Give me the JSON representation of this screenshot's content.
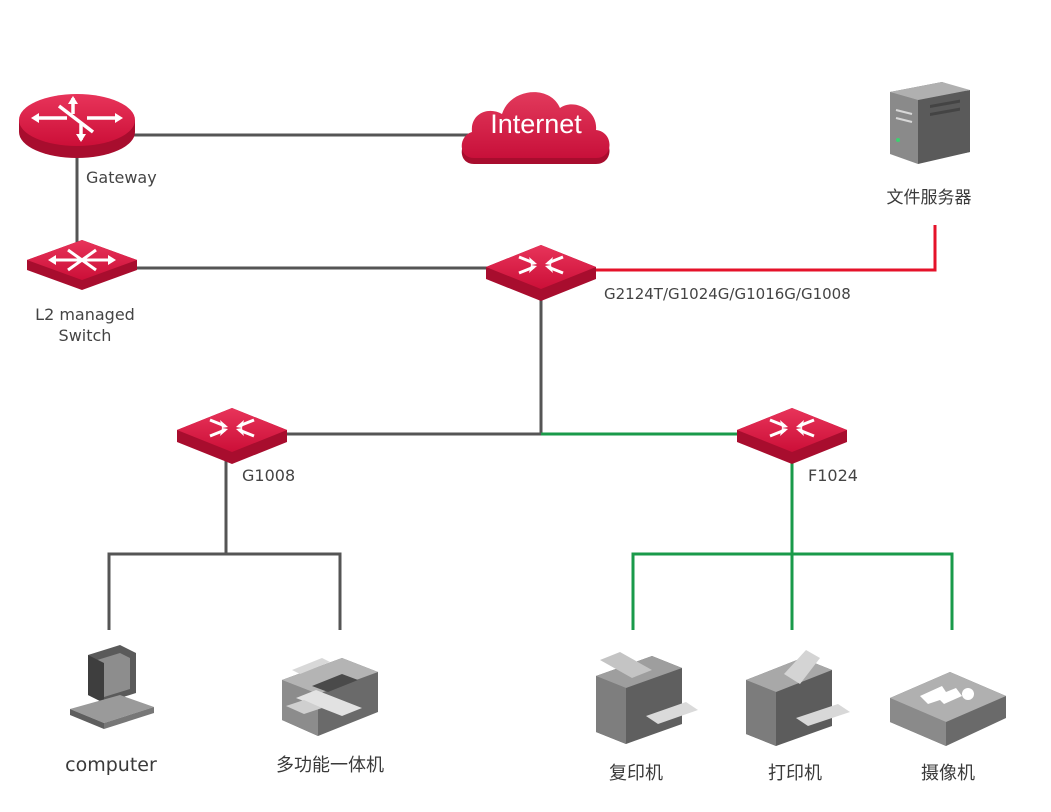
{
  "colors": {
    "device_red": "#d6143f",
    "device_red_dark": "#a80d2e",
    "link_gray": "#555555",
    "link_red": "#e5122a",
    "link_green": "#1a9a4a",
    "label_text": "#444444"
  },
  "nodes": {
    "gateway": {
      "label": "Gateway",
      "icon": "router-icon"
    },
    "internet": {
      "label": "Internet",
      "icon": "cloud-icon"
    },
    "file_server": {
      "label": "文件服务器",
      "icon": "server-icon"
    },
    "l2_switch": {
      "label_line1": "L2 managed",
      "label_line2": "Switch",
      "icon": "switch-icon"
    },
    "core_switch": {
      "label": "G2124T/G1024G/G1016G/G1008",
      "icon": "switch-icon"
    },
    "g1008": {
      "label": "G1008",
      "icon": "switch-icon"
    },
    "f1024": {
      "label": "F1024",
      "icon": "switch-icon"
    },
    "computer": {
      "label": "computer",
      "icon": "computer-icon"
    },
    "mfp": {
      "label": "多功能一体机",
      "icon": "fax-machine-icon"
    },
    "copier": {
      "label": "复印机",
      "icon": "copier-icon"
    },
    "printer": {
      "label": "打印机",
      "icon": "printer-icon"
    },
    "camera": {
      "label": "摄像机",
      "icon": "camera-icon"
    }
  }
}
